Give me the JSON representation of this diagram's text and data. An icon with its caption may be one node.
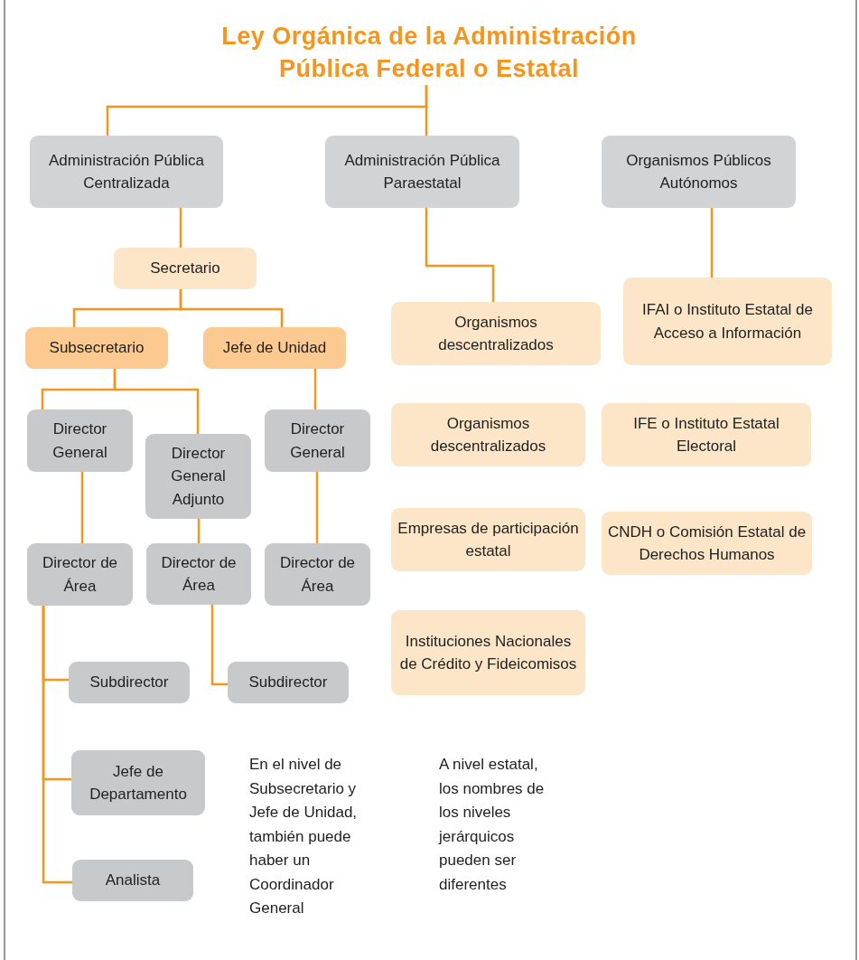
{
  "diagram": {
    "nodes": [
      {
        "text": [
          "Ley Orgánica de la Administración Pública Federal o Estatal"
        ]
      },
      {
        "text": [
          "Administración Pública Centralizada"
        ]
      },
      {
        "text": [
          "Administración Pública Paraestatal"
        ]
      },
      {
        "text": [
          "Organismos Públicos Autónomos"
        ]
      },
      {
        "text": [
          "Secretario"
        ]
      },
      {
        "text": [
          "Subsecretario"
        ]
      },
      {
        "text": [
          "Jefe de Unidad"
        ]
      },
      {
        "text": [
          "Director General"
        ]
      },
      {
        "text": [
          "Director General Adjunto"
        ]
      },
      {
        "text": [
          "Director General"
        ]
      },
      {
        "text": [
          "Director de Área"
        ]
      },
      {
        "text": [
          "Director de Área"
        ]
      },
      {
        "text": [
          "Director de Área"
        ]
      },
      {
        "text": [
          "Subdirector"
        ]
      },
      {
        "text": [
          "Subdirector"
        ]
      },
      {
        "text": [
          "Jefe de Departamento"
        ]
      },
      {
        "text": [
          "Analista"
        ]
      },
      {
        "text": [
          "Organismos descentralizados"
        ]
      },
      {
        "text": [
          "Organismos descentralizados"
        ]
      },
      {
        "text": [
          "Empresas de participación estatal"
        ]
      },
      {
        "text": [
          "Instituciones Nacionales de Crédito y Fideicomisos"
        ]
      },
      {
        "text": [
          "IFAI o Instituto Estatal de Acceso a Información"
        ]
      },
      {
        "text": [
          "IFE o Instituto Estatal Electoral"
        ]
      },
      {
        "text": [
          "CNDH o Comisión Estatal de Derechos Humanos"
        ]
      }
    ],
    "edges": [
      {
        "from": 0,
        "to": 1,
        "arrow": "none"
      },
      {
        "from": 0,
        "to": 2,
        "arrow": "none"
      },
      {
        "from": 1,
        "to": 4,
        "arrow": "none"
      },
      {
        "from": 4,
        "to": 5,
        "arrow": "none"
      },
      {
        "from": 4,
        "to": 6,
        "arrow": "none"
      },
      {
        "from": 5,
        "to": 7,
        "arrow": "none"
      },
      {
        "from": 5,
        "to": 8,
        "arrow": "none"
      },
      {
        "from": 6,
        "to": 9,
        "arrow": "none"
      },
      {
        "from": 7,
        "to": 10,
        "arrow": "none"
      },
      {
        "from": 8,
        "to": 11,
        "arrow": "none"
      },
      {
        "from": 9,
        "to": 12,
        "arrow": "none"
      },
      {
        "from": 10,
        "to": 13,
        "arrow": "none"
      },
      {
        "from": 10,
        "to": 15,
        "arrow": "none"
      },
      {
        "from": 10,
        "to": 16,
        "arrow": "none"
      },
      {
        "from": 11,
        "to": 14,
        "arrow": "none"
      },
      {
        "from": 2,
        "to": 17,
        "arrow": "none"
      },
      {
        "from": 3,
        "to": 21,
        "arrow": "none"
      }
    ],
    "labels": [
      "En el nivel de Subsecretario y Jefe de Unidad, también puede haber un Coordinador General",
      "A nivel estatal, los nombres de los niveles jerárquicos pueden ser diferentes"
    ]
  }
}
